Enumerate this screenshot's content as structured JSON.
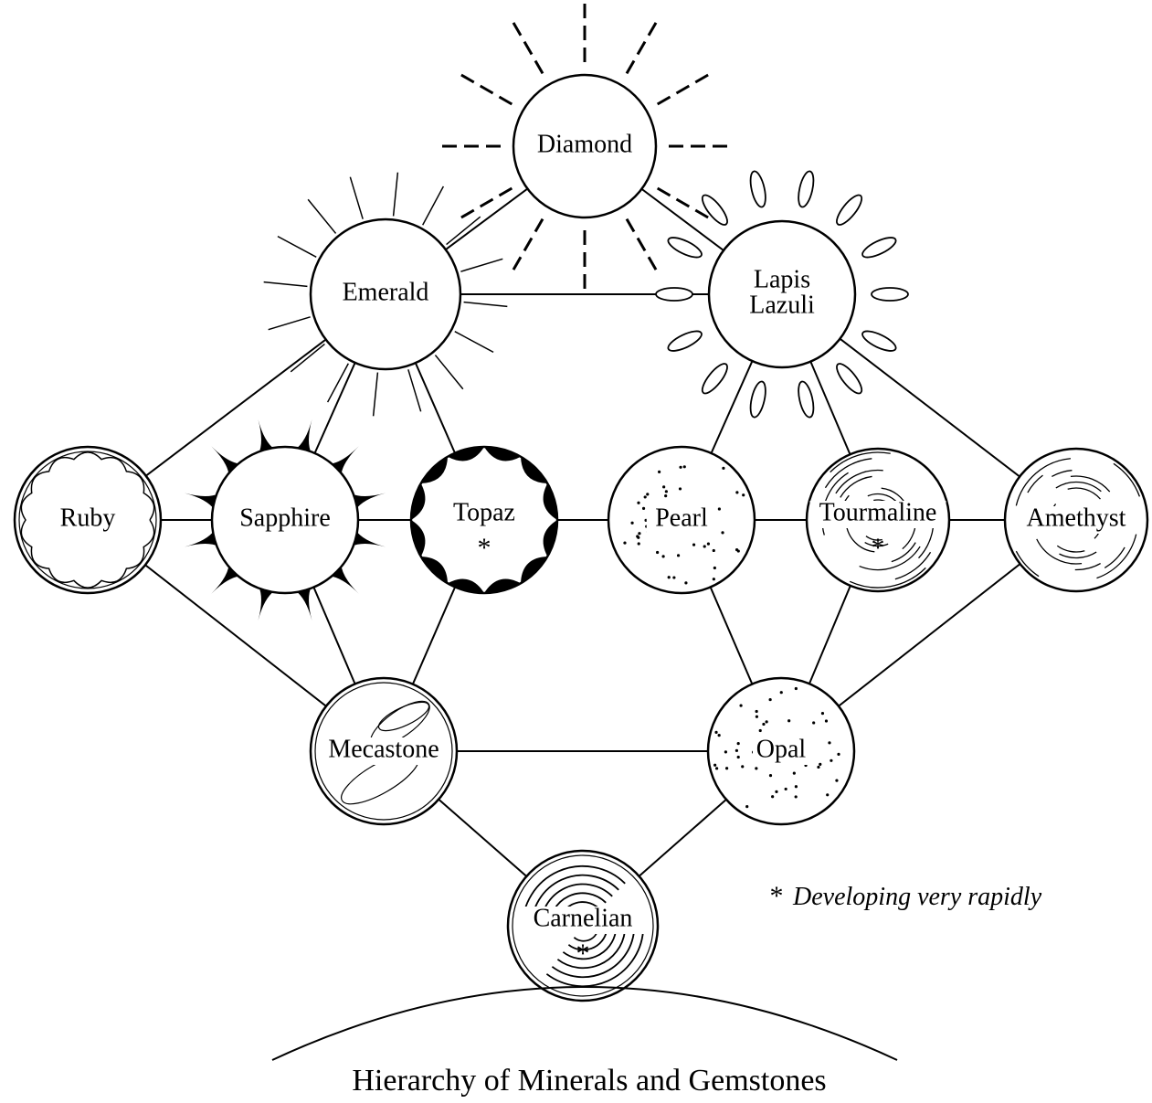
{
  "diagram": {
    "caption": "Hierarchy of Minerals and Gemstones",
    "legend": {
      "symbol": "*",
      "text": "Developing very rapidly"
    },
    "nodes": [
      {
        "id": "diamond",
        "label": "Diamond",
        "lines": [
          "Diamond"
        ],
        "starred": false,
        "decoration": "dashed-rays"
      },
      {
        "id": "emerald",
        "label": "Emerald",
        "lines": [
          "Emerald"
        ],
        "starred": false,
        "decoration": "rays"
      },
      {
        "id": "lapis",
        "label": "Lapis Lazuli",
        "lines": [
          "Lapis",
          "Lazuli"
        ],
        "starred": false,
        "decoration": "petals"
      },
      {
        "id": "ruby",
        "label": "Ruby",
        "lines": [
          "Ruby"
        ],
        "starred": false,
        "decoration": "scalloped"
      },
      {
        "id": "sapphire",
        "label": "Sapphire",
        "lines": [
          "Sapphire"
        ],
        "starred": false,
        "decoration": "spikes"
      },
      {
        "id": "topaz",
        "label": "Topaz",
        "lines": [
          "Topaz"
        ],
        "starred": true,
        "decoration": "thick-scalloped"
      },
      {
        "id": "pearl",
        "label": "Pearl",
        "lines": [
          "Pearl"
        ],
        "starred": false,
        "decoration": "dots"
      },
      {
        "id": "tourmaline",
        "label": "Tourmaline",
        "lines": [
          "Tourmaline"
        ],
        "starred": true,
        "decoration": "arcs"
      },
      {
        "id": "amethyst",
        "label": "Amethyst",
        "lines": [
          "Amethyst"
        ],
        "starred": false,
        "decoration": "arcs"
      },
      {
        "id": "mecastone",
        "label": "Mecastone",
        "lines": [
          "Mecastone"
        ],
        "starred": false,
        "decoration": "ellipses"
      },
      {
        "id": "opal",
        "label": "Opal",
        "lines": [
          "Opal"
        ],
        "starred": false,
        "decoration": "dots"
      },
      {
        "id": "carnelian",
        "label": "Carnelian",
        "lines": [
          "Carnelian"
        ],
        "starred": true,
        "decoration": "concentric"
      }
    ],
    "edges": [
      [
        "diamond",
        "emerald"
      ],
      [
        "diamond",
        "lapis"
      ],
      [
        "emerald",
        "lapis"
      ],
      [
        "emerald",
        "ruby"
      ],
      [
        "emerald",
        "sapphire"
      ],
      [
        "emerald",
        "topaz"
      ],
      [
        "lapis",
        "pearl"
      ],
      [
        "lapis",
        "tourmaline"
      ],
      [
        "lapis",
        "amethyst"
      ],
      [
        "ruby",
        "sapphire"
      ],
      [
        "sapphire",
        "topaz"
      ],
      [
        "topaz",
        "pearl"
      ],
      [
        "pearl",
        "tourmaline"
      ],
      [
        "tourmaline",
        "amethyst"
      ],
      [
        "ruby",
        "mecastone"
      ],
      [
        "sapphire",
        "mecastone"
      ],
      [
        "topaz",
        "mecastone"
      ],
      [
        "pearl",
        "opal"
      ],
      [
        "tourmaline",
        "opal"
      ],
      [
        "amethyst",
        "opal"
      ],
      [
        "mecastone",
        "opal"
      ],
      [
        "mecastone",
        "carnelian"
      ],
      [
        "opal",
        "carnelian"
      ]
    ]
  }
}
